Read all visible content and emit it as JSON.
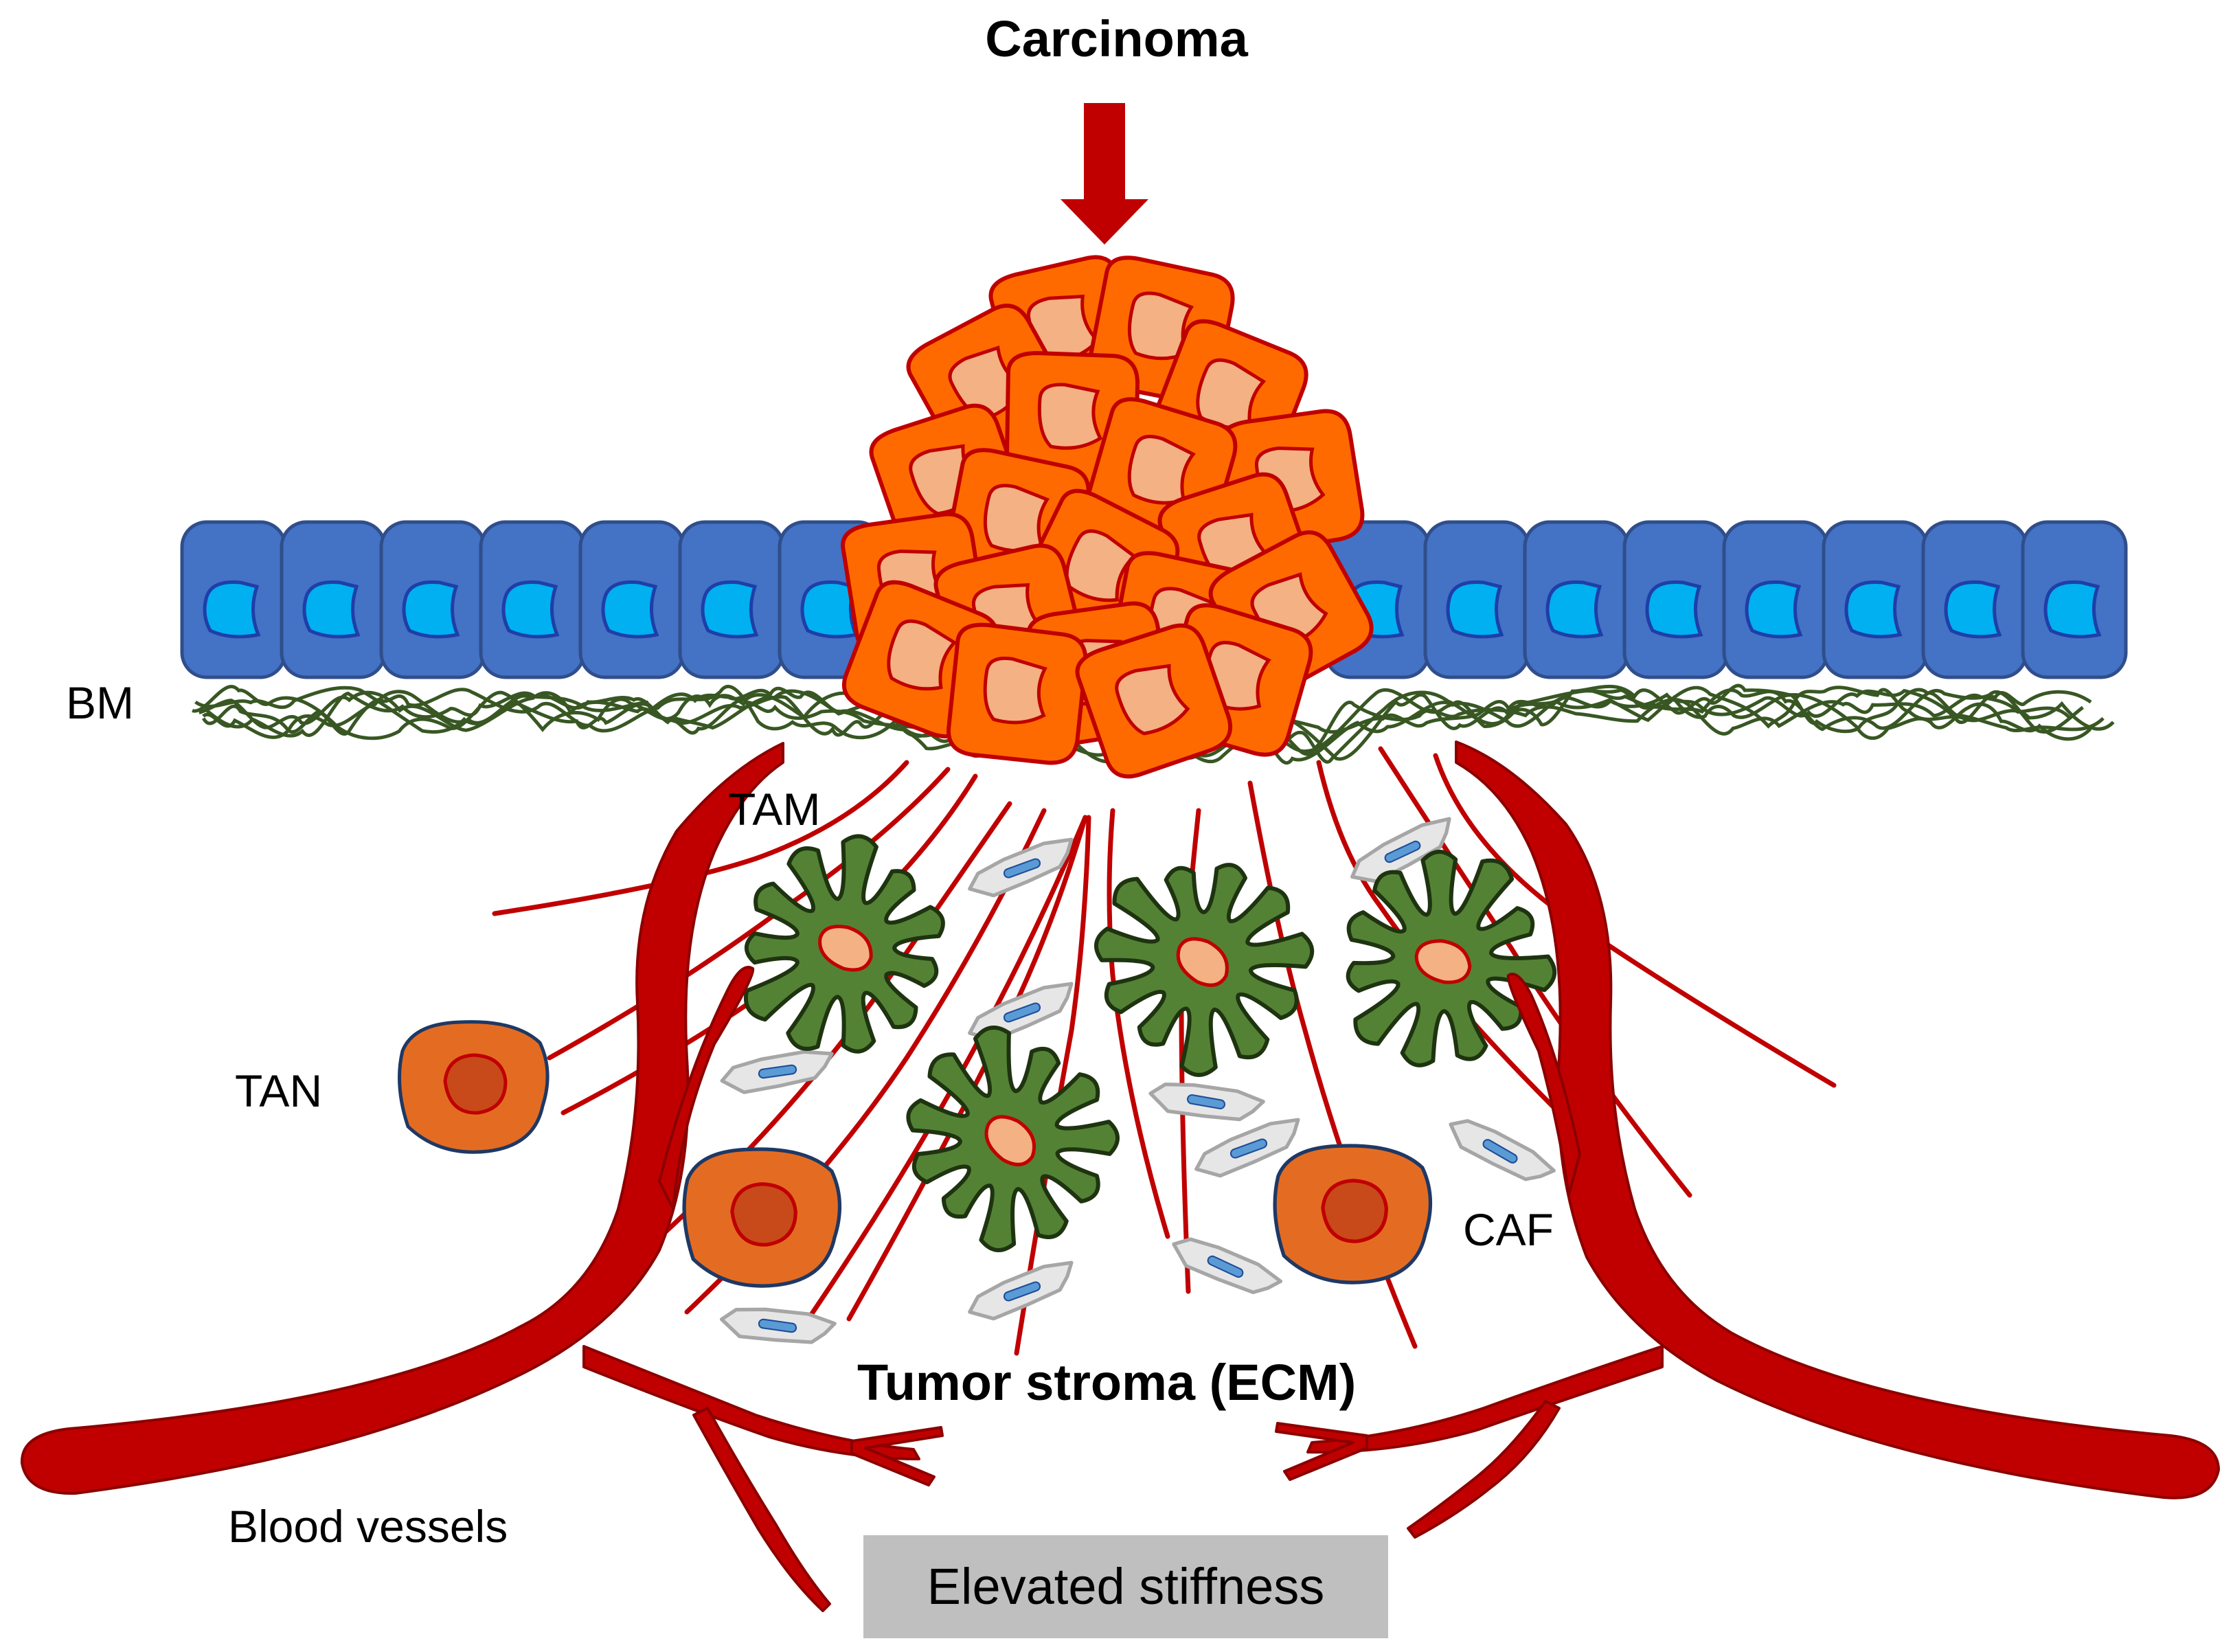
{
  "diagram": {
    "title": "Carcinoma",
    "labels": {
      "bm": "BM",
      "tam": "TAM",
      "tan": "TAN",
      "caf": "CAF",
      "ecm": "Tumor stroma (ECM)",
      "blood_vessels": "Blood vessels",
      "stiffness": "Elevated stiffness"
    }
  },
  "colors": {
    "arrow": "#c00000",
    "epithelium": "#4472c4",
    "epithelium_border": "#2f4e8c",
    "nucleus": "#00b0f0",
    "nucleus_border": "#1f3ea8",
    "tumor_cell": "#ff6a00",
    "tumor_border": "#c00000",
    "tumor_nucleus": "#f4b183",
    "basement_membrane": "#385723",
    "fiber": "#c00000",
    "vessel": "#c00000",
    "vessel_border": "#8b0000",
    "tam": "#548235",
    "tam_border": "#1e3410",
    "tan": "#e46c22",
    "tan_border": "#1f3864",
    "tan_nucleus": "#c84a1a",
    "caf": "#e7e6e6",
    "caf_border": "#a6a6a6",
    "caf_nucleus": "#5b9bd5",
    "stiffness_box": "#bfbfbf"
  }
}
